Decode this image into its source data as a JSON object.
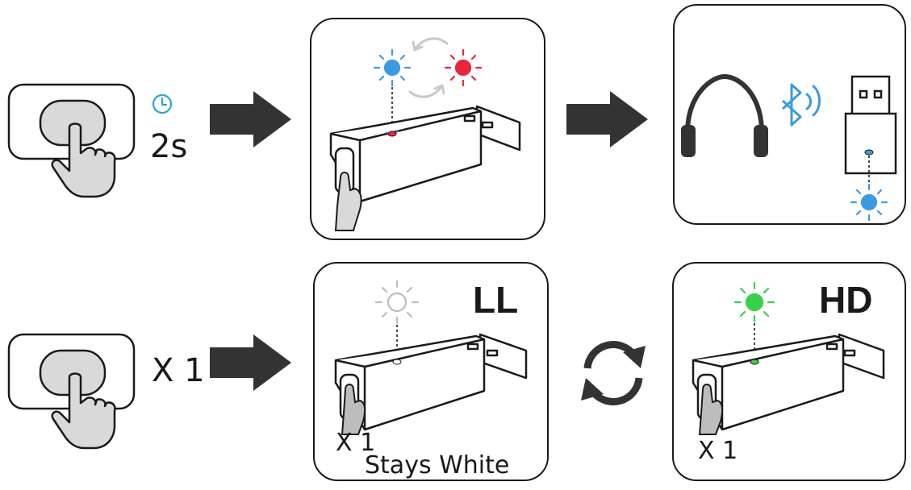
{
  "step1": {
    "duration_label": "2s",
    "clock_icon": "clock-icon"
  },
  "step2": {
    "press_label": "X 1"
  },
  "panels": {
    "ll": {
      "mode_label": "LL",
      "press_count": "X 1",
      "status_text": "Stays White"
    },
    "hd": {
      "mode_label": "HD",
      "press_count": "X 1"
    }
  },
  "colors": {
    "blue_light": "#3b9ae1",
    "red_light": "#e8263c",
    "white_light": "#bdbdbd",
    "green_light": "#3ccf4e",
    "clock": "#2aa6c9",
    "dark": "#1a1a1a",
    "button_fill": "#d9d9d9",
    "arrow": "#333333"
  }
}
